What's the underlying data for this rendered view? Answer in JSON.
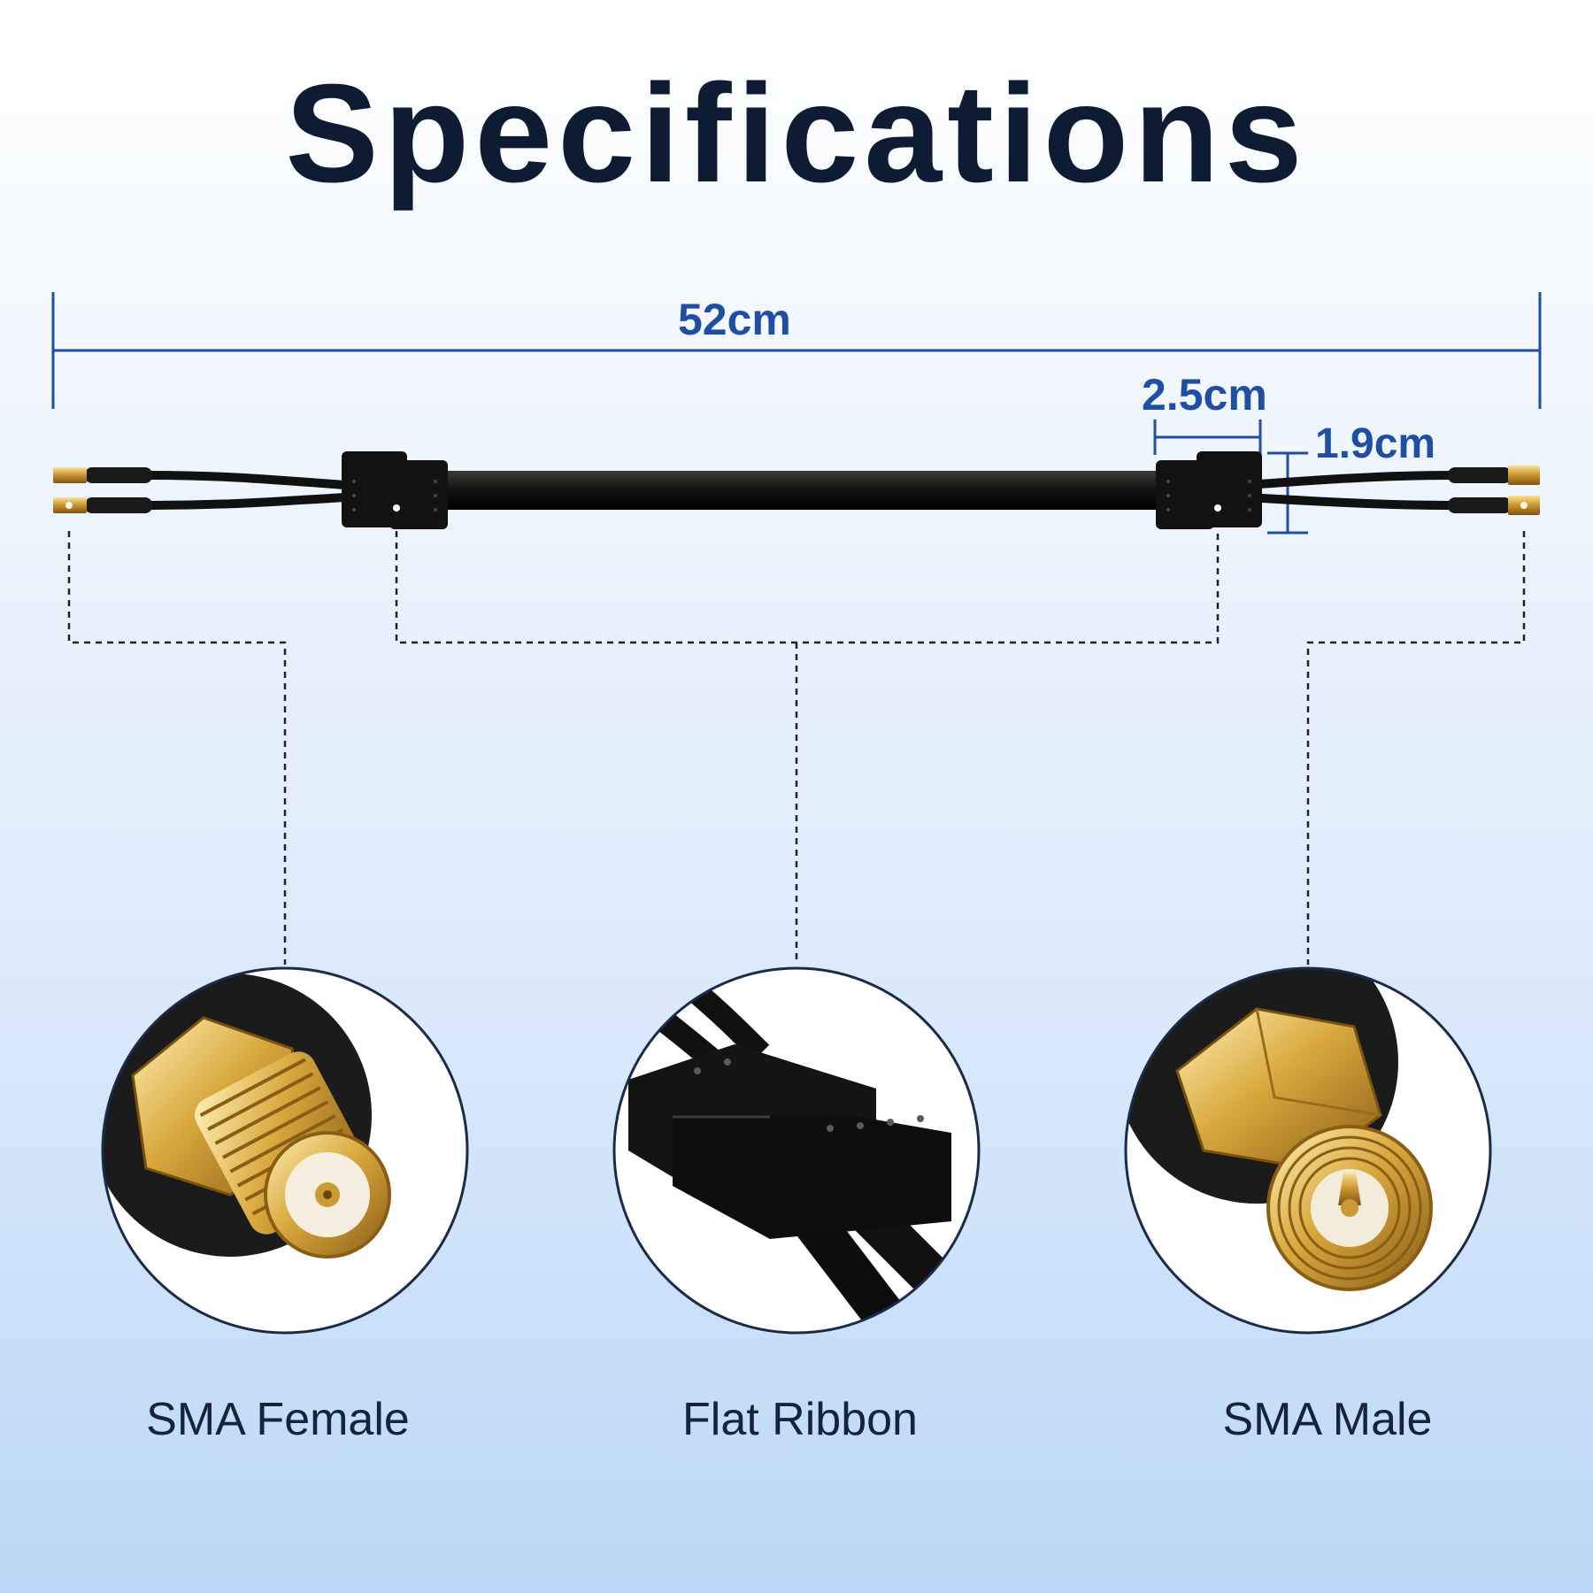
{
  "title": "Specifications",
  "dimensions": {
    "total_length": "52cm",
    "block_length": "2.5cm",
    "block_height": "1.9cm"
  },
  "callouts": [
    {
      "label": "SMA Female",
      "icon": "sma-female-connector-icon"
    },
    {
      "label": "Flat Ribbon",
      "icon": "flat-ribbon-block-icon"
    },
    {
      "label": "SMA Male",
      "icon": "sma-male-connector-icon"
    }
  ],
  "colors": {
    "title": "#0e1c33",
    "dimension": "#1f4fa3",
    "cable": "#141414",
    "gold": "#d4a53c",
    "background_top": "#ffffff",
    "background_bottom": "#bcd7f6"
  }
}
